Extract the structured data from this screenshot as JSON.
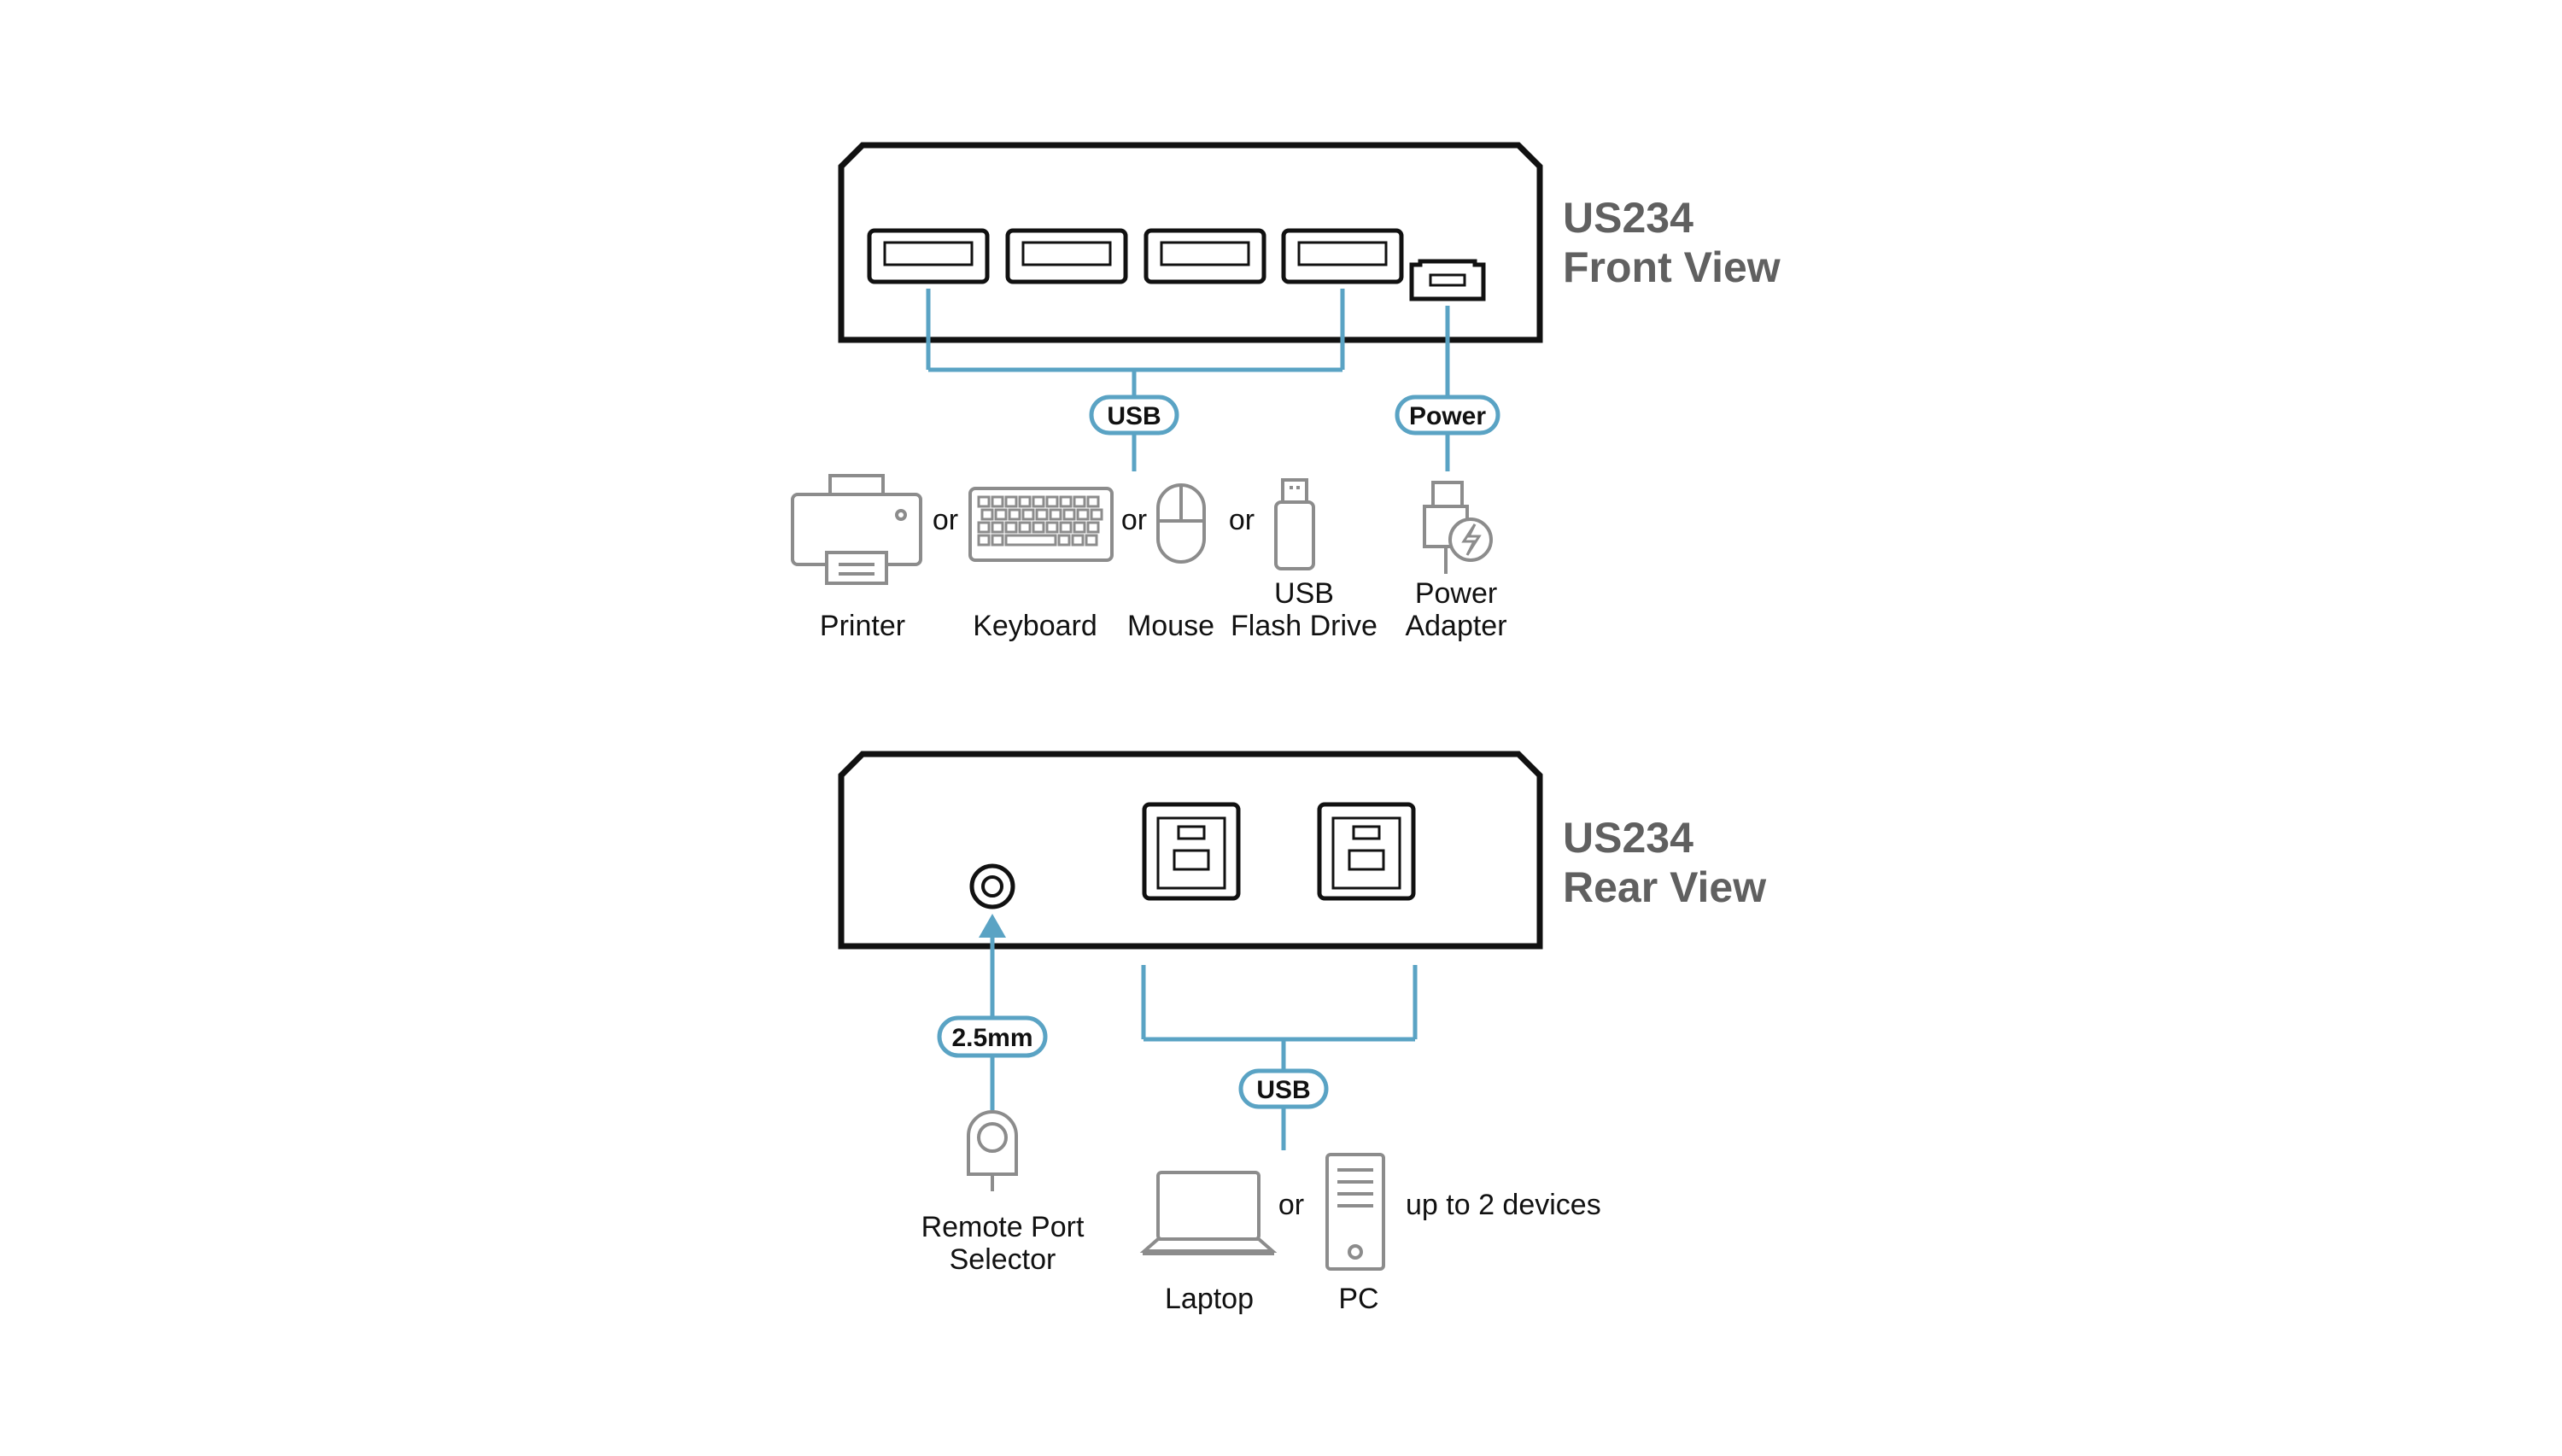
{
  "colors": {
    "accent": "#5aa3c4",
    "device": "#111111",
    "icon_gray": "#8c8c8c",
    "title_gray": "#606060"
  },
  "front_view": {
    "title_line1": "US234",
    "title_line2": "Front View",
    "usb_tag": "USB",
    "power_tag": "Power",
    "or_1": "or",
    "or_2": "or",
    "or_3": "or",
    "devices": {
      "printer": "Printer",
      "keyboard": "Keyboard",
      "mouse": "Mouse",
      "flash_line1": "USB",
      "flash_line2": "Flash Drive",
      "adapter_line1": "Power",
      "adapter_line2": "Adapter"
    },
    "icons": [
      "printer-icon",
      "keyboard-icon",
      "mouse-icon",
      "usb-flash-drive-icon",
      "power-adapter-icon"
    ]
  },
  "rear_view": {
    "title_line1": "US234",
    "title_line2": "Rear View",
    "jack_tag": "2.5mm",
    "usb_tag": "USB",
    "or_1": "or",
    "devices": {
      "selector_line1": "Remote Port",
      "selector_line2": "Selector",
      "laptop": "Laptop",
      "pc": "PC",
      "note": "up to 2 devices"
    },
    "icons": [
      "remote-port-selector-icon",
      "laptop-icon",
      "pc-icon"
    ]
  }
}
